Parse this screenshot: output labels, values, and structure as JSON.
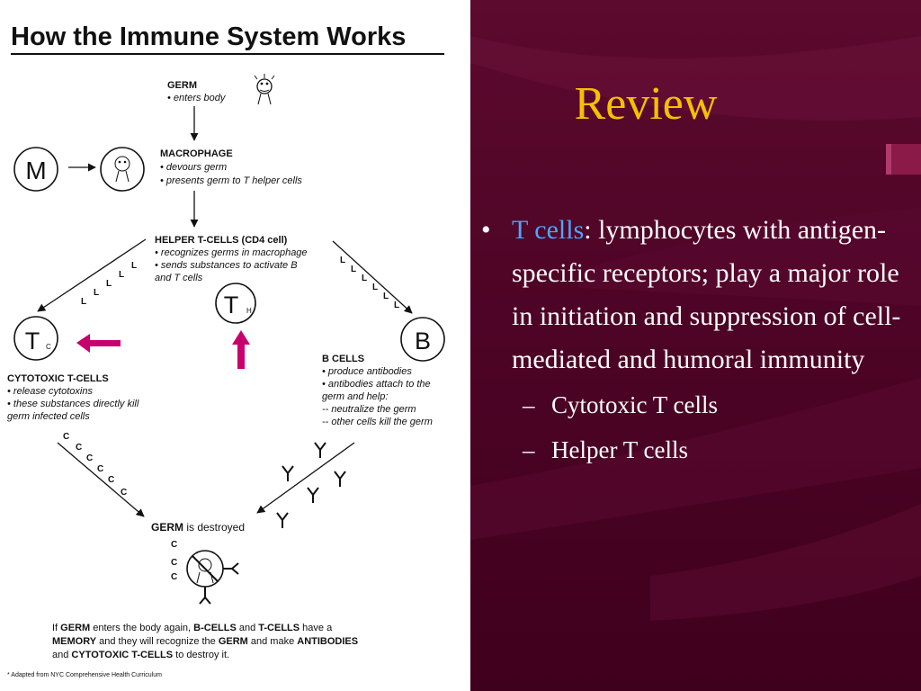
{
  "diagram": {
    "title": "How the Immune System Works",
    "germ": {
      "heading": "GERM",
      "lines": [
        "• enters body"
      ]
    },
    "macrophage": {
      "heading": "MACROPHAGE",
      "lines": [
        "• devours germ",
        "• presents germ to T helper cells"
      ]
    },
    "helper": {
      "heading": "HELPER  T-CELLS  (CD4 cell)",
      "lines": [
        "• recognizes germs in macrophage",
        "• sends substances to activate  B",
        "and T cells"
      ]
    },
    "cytotoxic": {
      "heading": "CYTOTOXIC  T-CELLS",
      "lines": [
        "• release cytotoxins",
        "• these substances directly kill",
        "germ infected cells"
      ]
    },
    "bcells": {
      "heading": "B CELLS",
      "lines": [
        "• produce antibodies",
        "• antibodies attach to the",
        "germ and help:",
        "-- neutralize the germ",
        "-- other cells kill the germ"
      ]
    },
    "destroyed": {
      "bold": "GERM",
      "rest": " is destroyed"
    },
    "memory_note": {
      "line1": {
        "p1": "If ",
        "b1": "GERM",
        "p2": " enters the body again,  ",
        "b2": "B-CELLS",
        "p3": " and  ",
        "b3": "T-CELLS",
        "p4": "  have a"
      },
      "line2": {
        "b1": "MEMORY",
        "p1": " and they will recognize the ",
        "b2": "GERM",
        "p2": " and make ",
        "b3": "ANTIBODIES"
      },
      "line3": {
        "p1": "and ",
        "b1": "CYTOTOXIC   T-CELLS",
        "p2": " to destroy it."
      }
    },
    "footnote": "* Adapted from NYC Comprehensive Health Curriculum",
    "circle_labels": {
      "macrophage": "M",
      "helper_main": "T",
      "helper_sub": "H",
      "cytotoxic_main": "T",
      "cytotoxic_sub": "C",
      "bcell": "B"
    },
    "marker_L": "L",
    "marker_C": "C",
    "highlight_color": "#c8006e"
  },
  "slide": {
    "title": "Review",
    "bullet": {
      "marker": "•",
      "term": "T cells",
      "text": ": lymphocytes with antigen-specific receptors; play a major role in initiation and suppression of cell-mediated and humoral immunity"
    },
    "subitems": [
      "Cytotoxic T cells",
      "Helper T cells"
    ],
    "sub_marker": "–",
    "colors": {
      "background": "#4e0426",
      "title": "#f5c000",
      "term": "#4aa8ff",
      "text": "#ffffff"
    }
  }
}
